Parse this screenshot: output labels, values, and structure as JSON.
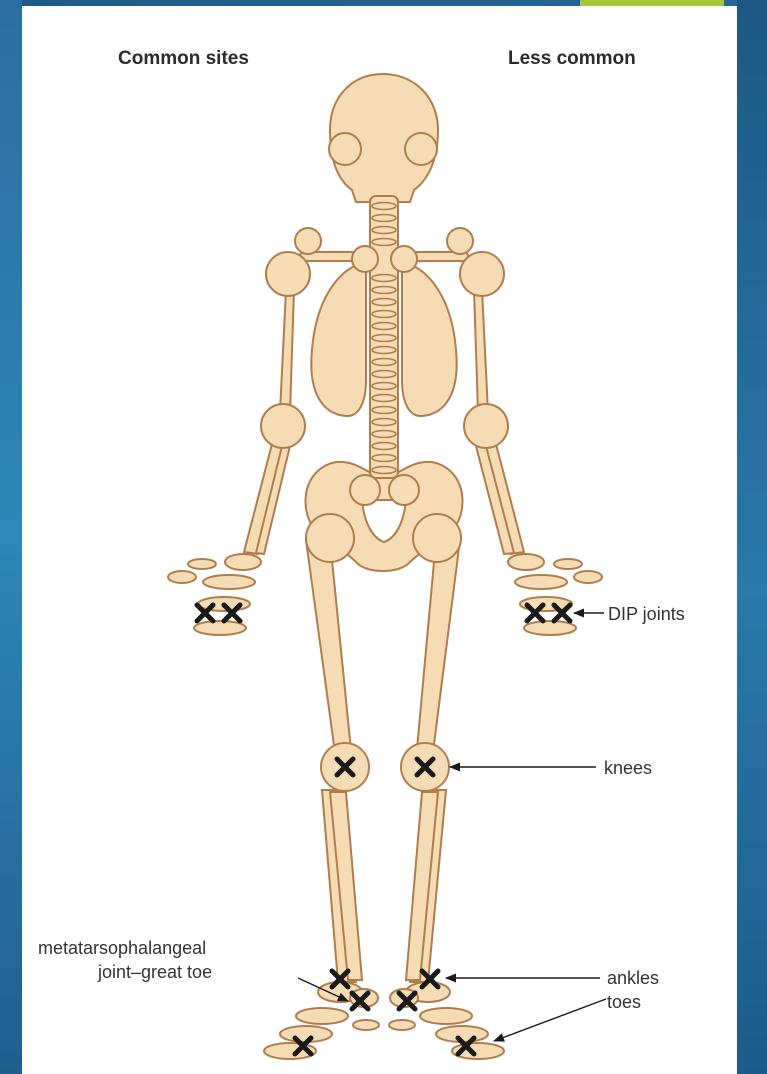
{
  "headings": {
    "left": "Common sites",
    "right": "Less common"
  },
  "labels": {
    "dip_joints": "DIP joints",
    "knees": "knees",
    "mtp_line1": "metatarsophalangeal",
    "mtp_line2": "joint–great toe",
    "ankles": "ankles",
    "toes": "toes"
  },
  "colors": {
    "bone_fill": "#f5dcb4",
    "bone_outline": "#b07e4e",
    "marker": "#1a1a1a",
    "accent": "#a6c83a",
    "background": "#24689a"
  }
}
